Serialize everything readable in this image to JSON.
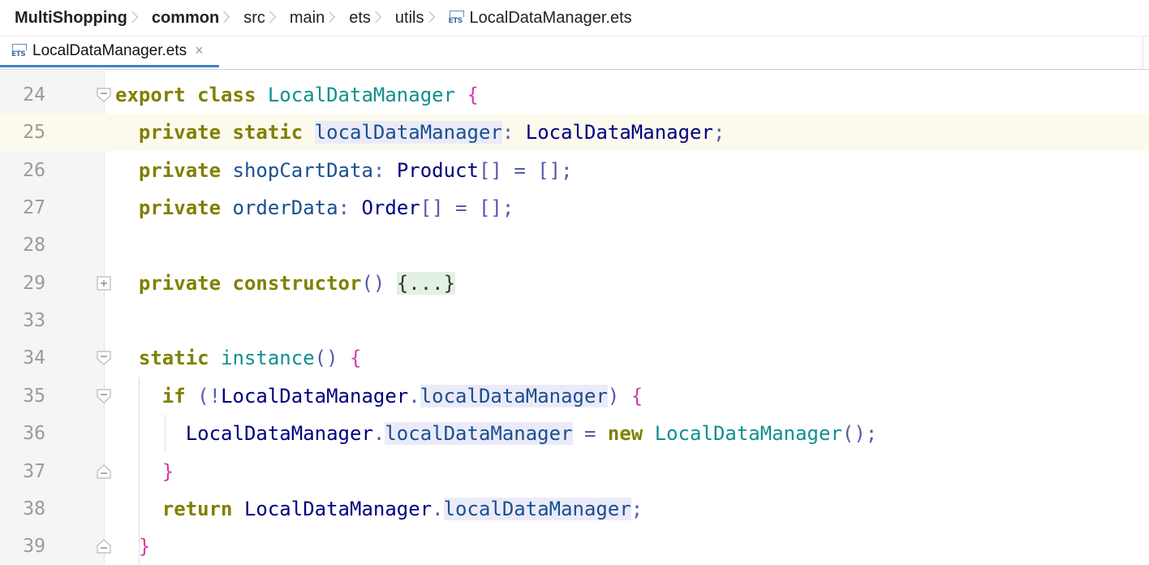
{
  "breadcrumb": {
    "items": [
      "MultiShopping",
      "common",
      "src",
      "main",
      "ets",
      "utils",
      "LocalDataManager.ets"
    ],
    "file_icon": "ETS"
  },
  "tab": {
    "label": "LocalDataManager.ets",
    "close": "×",
    "file_icon": "ETS"
  },
  "editor": {
    "current_line": "25",
    "lines": [
      {
        "num": "24",
        "fold": "open"
      },
      {
        "num": "25",
        "fold": ""
      },
      {
        "num": "26",
        "fold": ""
      },
      {
        "num": "27",
        "fold": ""
      },
      {
        "num": "28",
        "fold": ""
      },
      {
        "num": "29",
        "fold": "collapsed"
      },
      {
        "num": "33",
        "fold": ""
      },
      {
        "num": "34",
        "fold": "open"
      },
      {
        "num": "35",
        "fold": "open"
      },
      {
        "num": "36",
        "fold": ""
      },
      {
        "num": "37",
        "fold": "end"
      },
      {
        "num": "38",
        "fold": ""
      },
      {
        "num": "39",
        "fold": "end"
      }
    ]
  },
  "code": {
    "l24": {
      "export": "export",
      "class": "class",
      "name": "LocalDataManager",
      "brace": "{"
    },
    "l25": {
      "private": "private",
      "static": "static",
      "field": "localDataManager",
      "colon": ":",
      "type": "LocalDataManager",
      "semi": ";"
    },
    "l26": {
      "private": "private",
      "field": "shopCartData",
      "colon": ":",
      "type": "Product",
      "arr": "[]",
      "eq": "=",
      "init": "[]",
      "semi": ";"
    },
    "l27": {
      "private": "private",
      "field": "orderData",
      "colon": ":",
      "type": "Order",
      "arr": "[]",
      "eq": "=",
      "init": "[]",
      "semi": ";"
    },
    "l29": {
      "private": "private",
      "ctor": "constructor",
      "parens": "()",
      "folded": "{...}"
    },
    "l34": {
      "static": "static",
      "name": "instance",
      "parens": "()",
      "brace": "{"
    },
    "l35": {
      "if": "if",
      "open": "(!",
      "obj": "LocalDataManager",
      "dot": ".",
      "field": "localDataManager",
      "close": ")",
      "brace": "{"
    },
    "l36": {
      "obj": "LocalDataManager",
      "dot": ".",
      "field": "localDataManager",
      "eq": "=",
      "new": "new",
      "type": "LocalDataManager",
      "parens": "()",
      "semi": ";"
    },
    "l37": {
      "brace": "}"
    },
    "l38": {
      "return": "return",
      "obj": "LocalDataManager",
      "dot": ".",
      "field": "localDataManager",
      "semi": ";"
    },
    "l39": {
      "brace": "}"
    }
  },
  "colors": {
    "keyword": "#808000",
    "type": "#0f8f8f",
    "brace": "#d63aa8",
    "tab_underline": "#4083c9",
    "current_line": "#fcfaed"
  }
}
